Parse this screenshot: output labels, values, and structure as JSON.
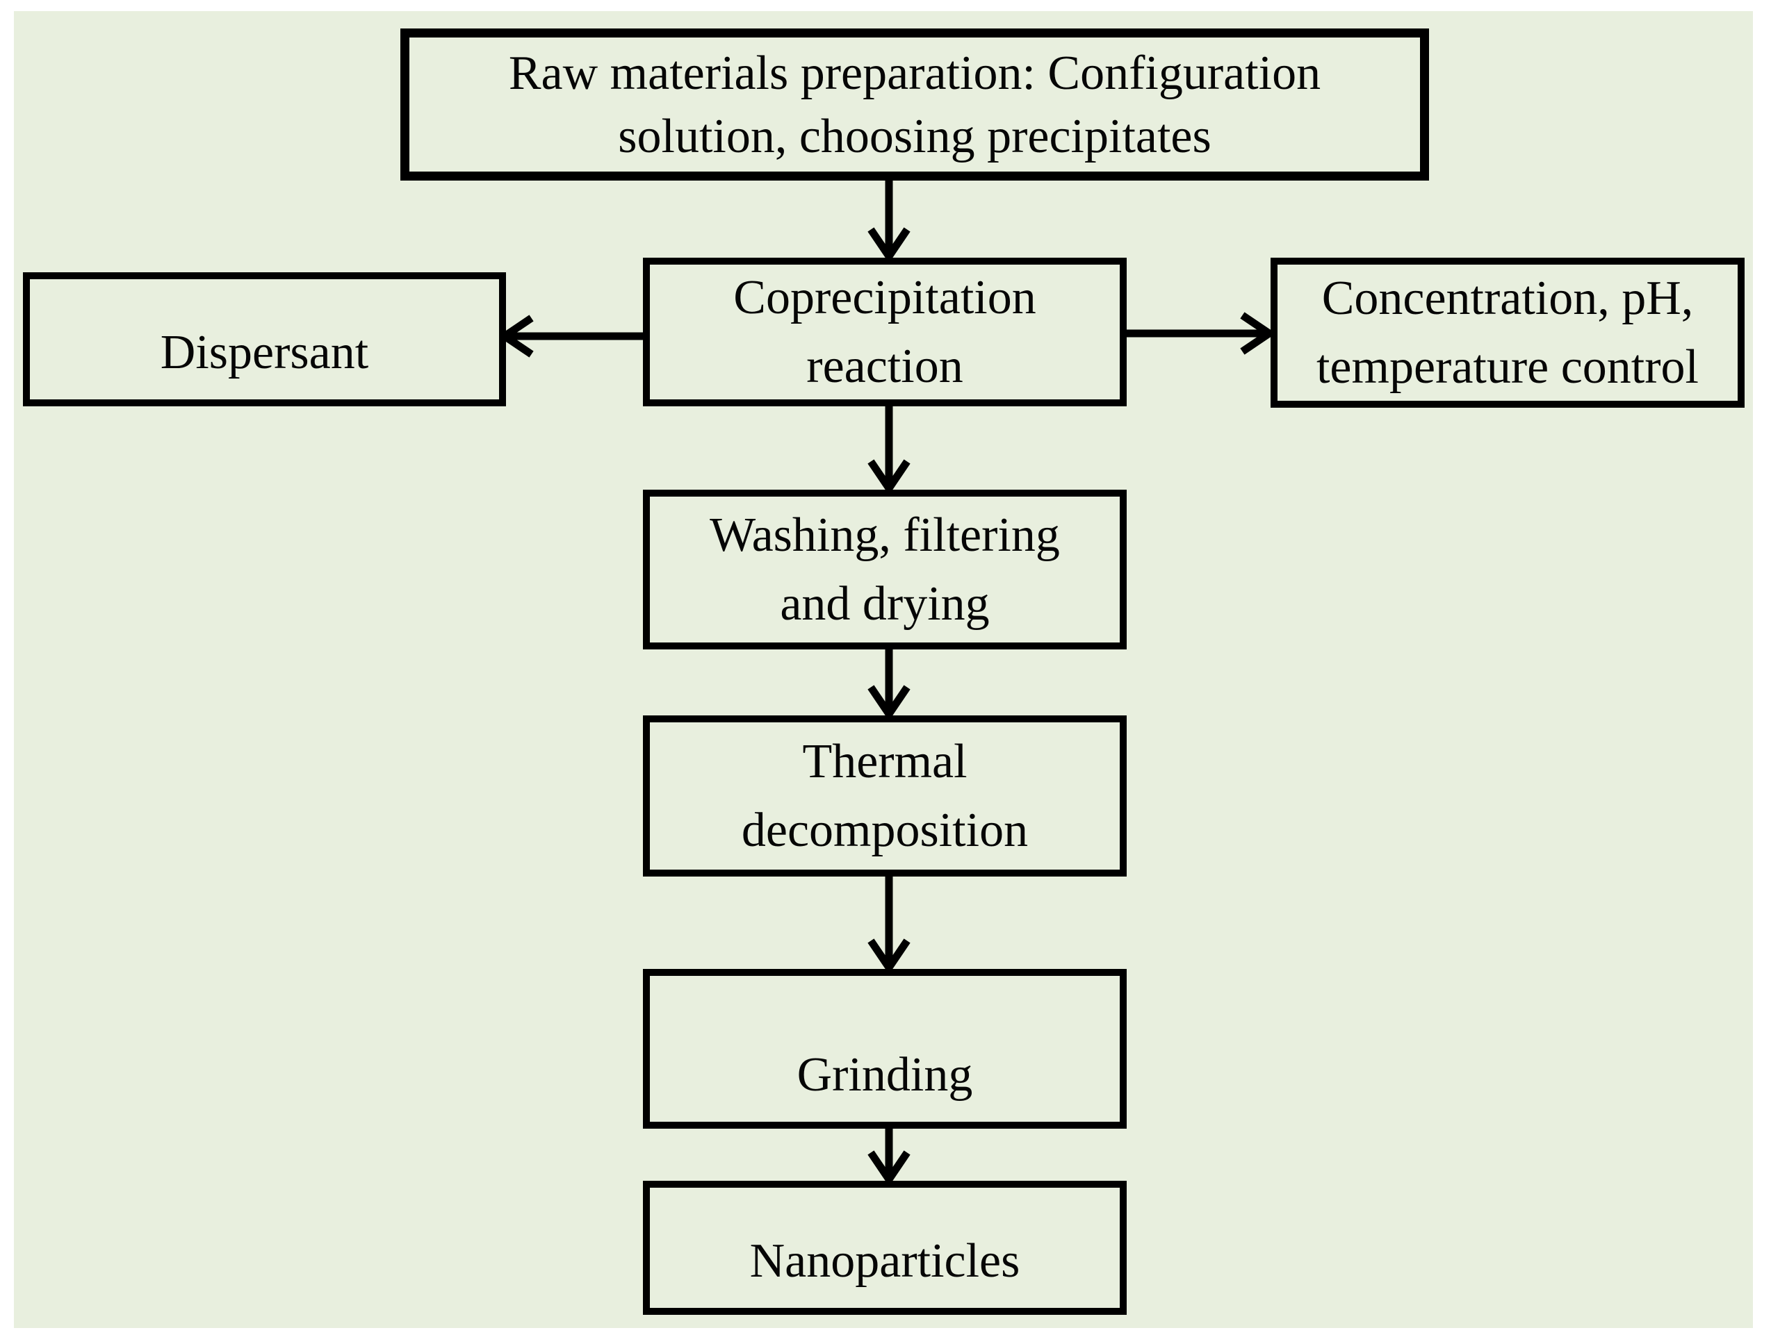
{
  "diagram": {
    "type": "flowchart",
    "colors": {
      "canvas_background": "#e8efde",
      "page_margin": "#ffffff",
      "box_border": "#000000",
      "text": "#060606",
      "arrow": "#000000"
    },
    "nodes": {
      "raw_materials": {
        "label": "Raw materials preparation: Configuration solution, choosing precipitates",
        "lines": [
          "Raw materials preparation: Configuration",
          "solution, choosing precipitates"
        ]
      },
      "coprecipitation": {
        "label": "Coprecipitation reaction",
        "lines": [
          "Coprecipitation",
          "reaction"
        ]
      },
      "dispersant": {
        "label": "Dispersant",
        "lines": [
          "Dispersant"
        ]
      },
      "concentration_control": {
        "label": "Concentration, pH, temperature control",
        "lines": [
          "Concentration, pH,",
          "temperature control"
        ]
      },
      "washing": {
        "label": "Washing, filtering and drying",
        "lines": [
          "Washing, filtering",
          "and drying"
        ]
      },
      "thermal": {
        "label": "Thermal decomposition",
        "lines": [
          "Thermal",
          "decomposition"
        ]
      },
      "grinding": {
        "label": "Grinding",
        "lines": [
          "Grinding"
        ]
      },
      "nanoparticles": {
        "label": "Nanoparticles",
        "lines": [
          "Nanoparticles"
        ]
      }
    },
    "edges": [
      {
        "from": "raw_materials",
        "to": "coprecipitation",
        "direction": "down"
      },
      {
        "from": "coprecipitation",
        "to": "dispersant",
        "direction": "left"
      },
      {
        "from": "coprecipitation",
        "to": "concentration_control",
        "direction": "right"
      },
      {
        "from": "coprecipitation",
        "to": "washing",
        "direction": "down"
      },
      {
        "from": "washing",
        "to": "thermal",
        "direction": "down"
      },
      {
        "from": "thermal",
        "to": "grinding",
        "direction": "down"
      },
      {
        "from": "grinding",
        "to": "nanoparticles",
        "direction": "down"
      }
    ]
  }
}
